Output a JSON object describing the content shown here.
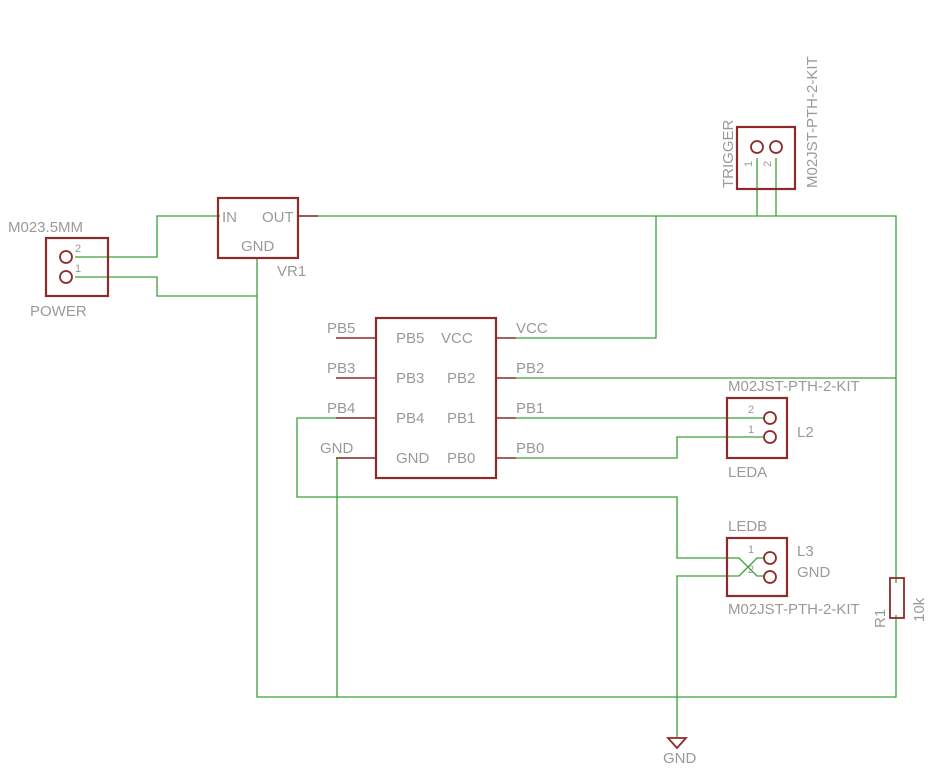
{
  "colors": {
    "component": "#8e2a2a",
    "wire": "#3aa13a",
    "label": "#9a9a9a",
    "background": "#ffffff"
  },
  "power_connector": {
    "value": "M023.5MM",
    "name": "POWER",
    "pin2": "2",
    "pin1": "1"
  },
  "regulator": {
    "name": "VR1",
    "pin_in": "IN",
    "pin_out": "OUT",
    "pin_gnd": "GND"
  },
  "trigger_connector": {
    "name": "TRIGGER",
    "value": "M02JST-PTH-2-KIT",
    "pin1": "1",
    "pin2": "2"
  },
  "mcu": {
    "left_pins": [
      "PB5",
      "PB3",
      "PB4",
      "GND"
    ],
    "right_pins": [
      "VCC",
      "PB2",
      "PB1",
      "PB0"
    ],
    "left_nets": [
      "PB5",
      "PB3",
      "PB4",
      "GND"
    ],
    "right_nets": [
      "VCC",
      "PB2",
      "PB1",
      "PB0"
    ]
  },
  "leda_connector": {
    "value": "M02JST-PTH-2-KIT",
    "name": "LEDA",
    "ref": "L2",
    "pin2": "2",
    "pin1": "1"
  },
  "ledb_connector": {
    "name": "LEDB",
    "ref": "L3",
    "net": "GND",
    "value": "M02JST-PTH-2-KIT",
    "pin1": "1",
    "pin2": "2"
  },
  "resistor": {
    "ref": "R1",
    "value": "10k"
  },
  "gnd_symbol": {
    "label": "GND"
  }
}
